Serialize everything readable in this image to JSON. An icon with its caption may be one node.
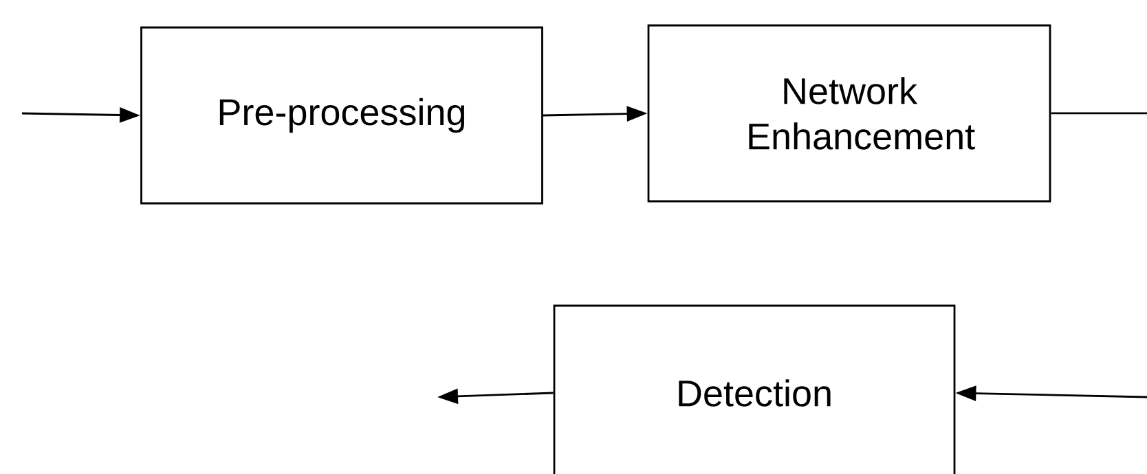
{
  "diagram": {
    "nodes": [
      {
        "text": [
          "Pre-processing"
        ]
      },
      {
        "text": [
          "Network Enhancement"
        ]
      },
      {
        "text": [
          "Detection"
        ]
      }
    ],
    "edges": [
      {
        "from": null,
        "to": 0,
        "arrow": "to"
      },
      {
        "from": 0,
        "to": 1,
        "arrow": "to"
      },
      {
        "from": 1,
        "to": null,
        "arrow": "none"
      },
      {
        "from": null,
        "to": 2,
        "arrow": "to"
      },
      {
        "from": 2,
        "to": null,
        "arrow": "to"
      }
    ]
  }
}
